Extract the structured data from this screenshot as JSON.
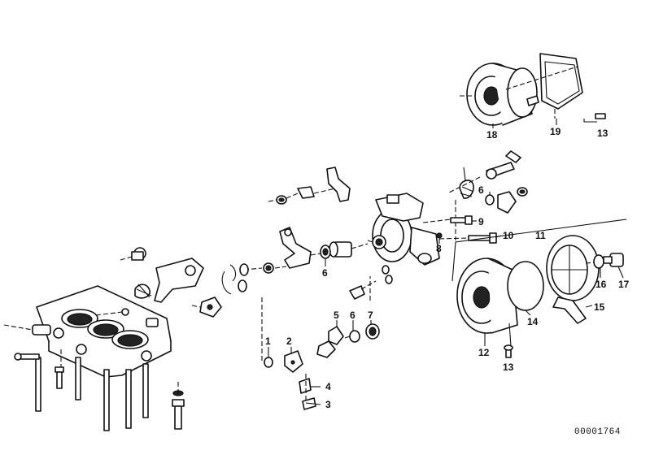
{
  "callouts": [
    "1",
    "2",
    "3",
    "4",
    "5",
    "6",
    "6",
    "6",
    "7",
    "8",
    "9",
    "10",
    "11",
    "12",
    "13",
    "13",
    "14",
    "15",
    "16",
    "17",
    "18",
    "19"
  ],
  "diagram_ref": "00001764"
}
